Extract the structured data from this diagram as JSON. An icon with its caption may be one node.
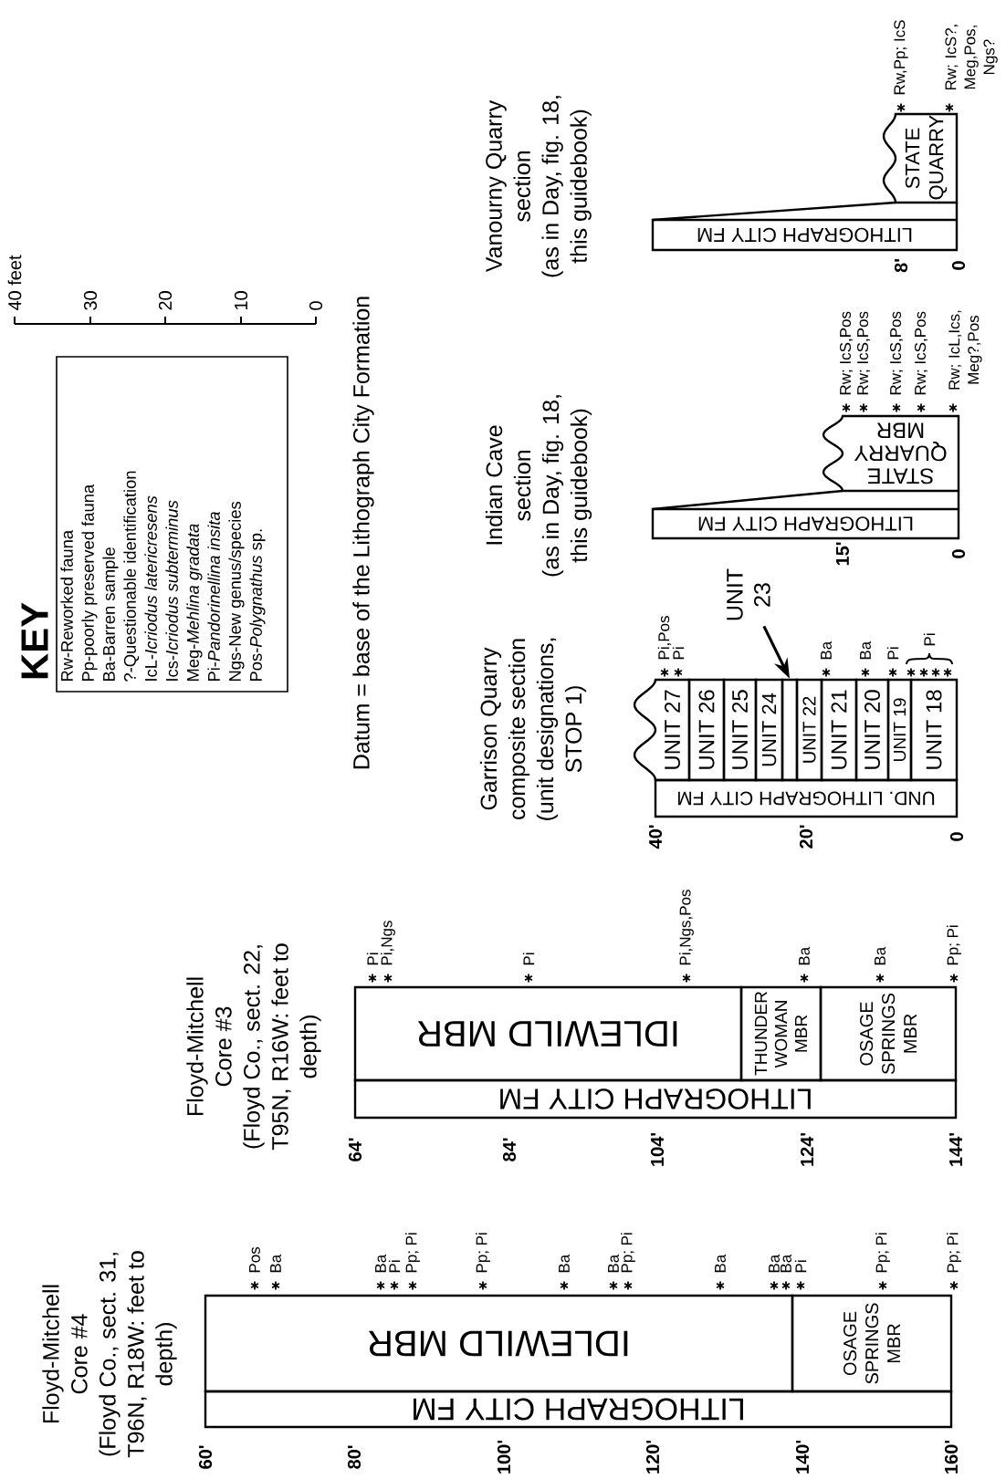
{
  "diagram": {
    "nodes": [
      {
        "text": [
          "KEY",
          "Rw-Reworked fauna",
          "Pp-poorly preserved fauna",
          "Ba-Barren sample",
          "?-Questionable identification",
          "IcL-*Icriodus latericresens*",
          "Ics-*Icriodus subterminus*",
          "Meg-*Mehlina gradata*",
          "Pi-*Pandorinellina insita*",
          "Ngs-New genus/species",
          "Pos-*Polygnathus* sp."
        ]
      },
      {
        "text": [
          "LITHOGRAPH CITY FM"
        ]
      },
      {
        "text": [
          "IDLEWILD MBR"
        ]
      },
      {
        "text": [
          "OSAGE SPRINGS MBR"
        ]
      },
      {
        "text": [
          "LITHOGRAPH CITY FM"
        ]
      },
      {
        "text": [
          "IDLEWILD MBR"
        ]
      },
      {
        "text": [
          "THUNDER WOMAN MBR"
        ]
      },
      {
        "text": [
          "OSAGE SPRINGS MBR"
        ]
      },
      {
        "text": [
          "UND. LITHOGRAPH CITY FM"
        ]
      },
      {
        "text": [
          "UNIT 27"
        ]
      },
      {
        "text": [
          "UNIT 26"
        ]
      },
      {
        "text": [
          "UNIT 25"
        ]
      },
      {
        "text": [
          "UNIT 24"
        ]
      },
      {
        "text": [],
        "shape": "box"
      },
      {
        "text": [
          "UNIT 22"
        ]
      },
      {
        "text": [
          "UNIT 21"
        ]
      },
      {
        "text": [
          "UNIT 20"
        ]
      },
      {
        "text": [
          "UNIT 19"
        ]
      },
      {
        "text": [
          "UNIT 18"
        ]
      },
      {
        "text": [
          "UNIT 23"
        ]
      },
      {
        "text": [
          "LITHOGRAPH CITY FM"
        ]
      },
      {
        "text": [
          "STATE QUARRY MBR"
        ]
      },
      {
        "text": [
          "LITHOGRAPH CITY FM"
        ]
      },
      {
        "text": [
          "STATE QUARRY"
        ]
      }
    ],
    "edges": [
      {
        "from": 19,
        "to": 13,
        "arrow": "to"
      }
    ],
    "labels": [
      "40 feet",
      "30",
      "20",
      "10",
      "0",
      "Datum = base of the Lithograph City Formation",
      "Floyd-Mitchell Core #4 (Floyd Co., sect. 31, T96N, R18W: feet to depth)",
      "Floyd-Mitchell Core #3 (Floyd Co., sect. 22, T95N, R16W: feet to depth)",
      "Garrison Quarry composite section (unit designations, STOP 1)",
      "Indian Cave section (as in Day, fig. 18, this guidebook)",
      "Vanourny Quarry section (as in Day, fig. 18, this guidebook)",
      "60'",
      "80'",
      "100'",
      "120'",
      "140'",
      "160'",
      "64'",
      "84'",
      "104'",
      "124'",
      "144'",
      "40'",
      "20'",
      "0",
      "15'",
      "0",
      "8'",
      "0",
      "Pos",
      "Ba",
      "Ba",
      "Pi",
      "Pp; Pi",
      "Pp; Pi",
      "Ba",
      "Ba",
      "Pp; Pi",
      "Ba",
      "Ba",
      "Ba",
      "Pi",
      "Pp; Pi",
      "Pp; Pi",
      "Pi",
      "Pi,Ngs",
      "Pi",
      "Pi,Ngs,Pos",
      "Ba",
      "Ba",
      "Pp; Pi",
      "Pi,Pos",
      "Pi",
      "Ba",
      "Ba",
      "Pi",
      "Pi",
      "Rw; IcS,Pos",
      "Rw; IcS,Pos",
      "Rw; IcS,Pos",
      "Rw; IcS,Pos",
      "Rw; IcL,Ics, Meg?,Pos",
      "Rw,Pp; IcS",
      "Rw; IcS?, Meg,Pos, Ngs?"
    ]
  }
}
